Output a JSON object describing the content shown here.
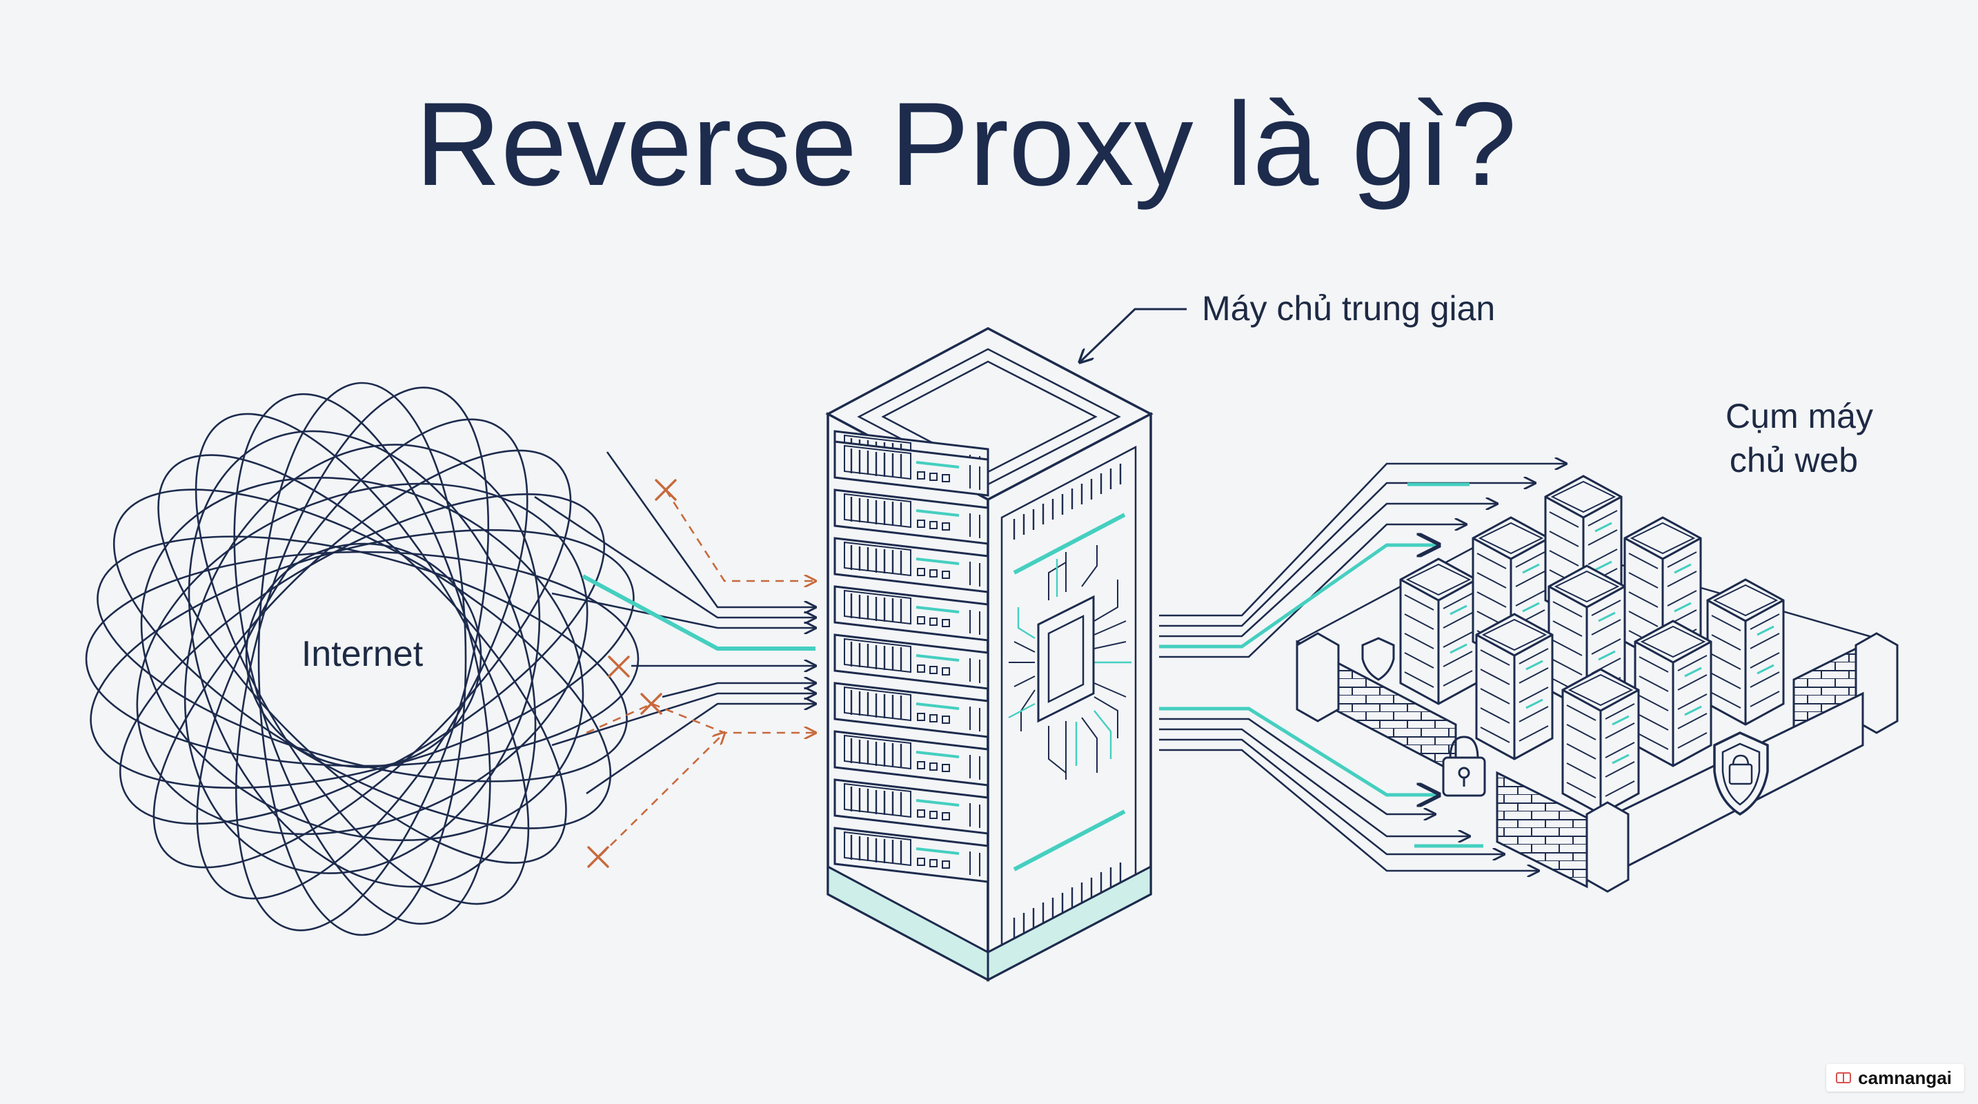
{
  "title": "Reverse Proxy là gì?",
  "labels": {
    "internet": "Internet",
    "proxy": "Máy chủ trung gian",
    "cluster_line1": "Cụm máy",
    "cluster_line2": "chủ web"
  },
  "watermark": "camnangai",
  "colors": {
    "ink": "#1d2b4d",
    "teal": "#45cfc0",
    "blocked": "#c8693c",
    "background": "#f3f5f7"
  },
  "icons": [
    "x-mark-icon",
    "padlock-icon",
    "shield-icon",
    "microchip-icon"
  ]
}
